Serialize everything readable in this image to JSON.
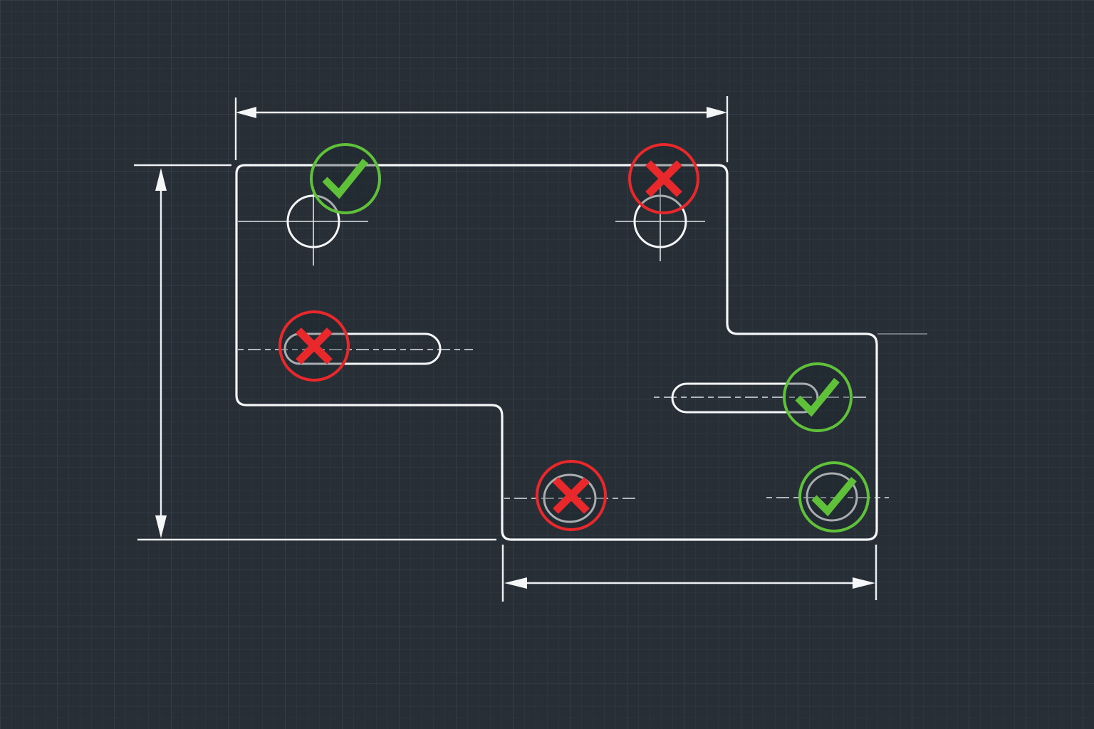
{
  "colors": {
    "background": "#272e36",
    "grid_minor": "#323a43",
    "grid_major": "#38414b",
    "outline": "#f4f6f8",
    "pass": "#5fc13a",
    "fail": "#e8282b"
  },
  "features": [
    {
      "id": "hole-top-left",
      "kind": "hole",
      "status": "pass",
      "icon": "check-icon"
    },
    {
      "id": "hole-top-right",
      "kind": "hole",
      "status": "fail",
      "icon": "cross-icon"
    },
    {
      "id": "slot-left",
      "kind": "slot",
      "status": "fail",
      "icon": "cross-icon"
    },
    {
      "id": "slot-right",
      "kind": "slot",
      "status": "pass",
      "icon": "check-icon"
    },
    {
      "id": "hole-bottom-middle",
      "kind": "hole",
      "status": "fail",
      "icon": "cross-icon"
    },
    {
      "id": "hole-bottom-right",
      "kind": "hole",
      "status": "pass",
      "icon": "check-icon"
    }
  ]
}
